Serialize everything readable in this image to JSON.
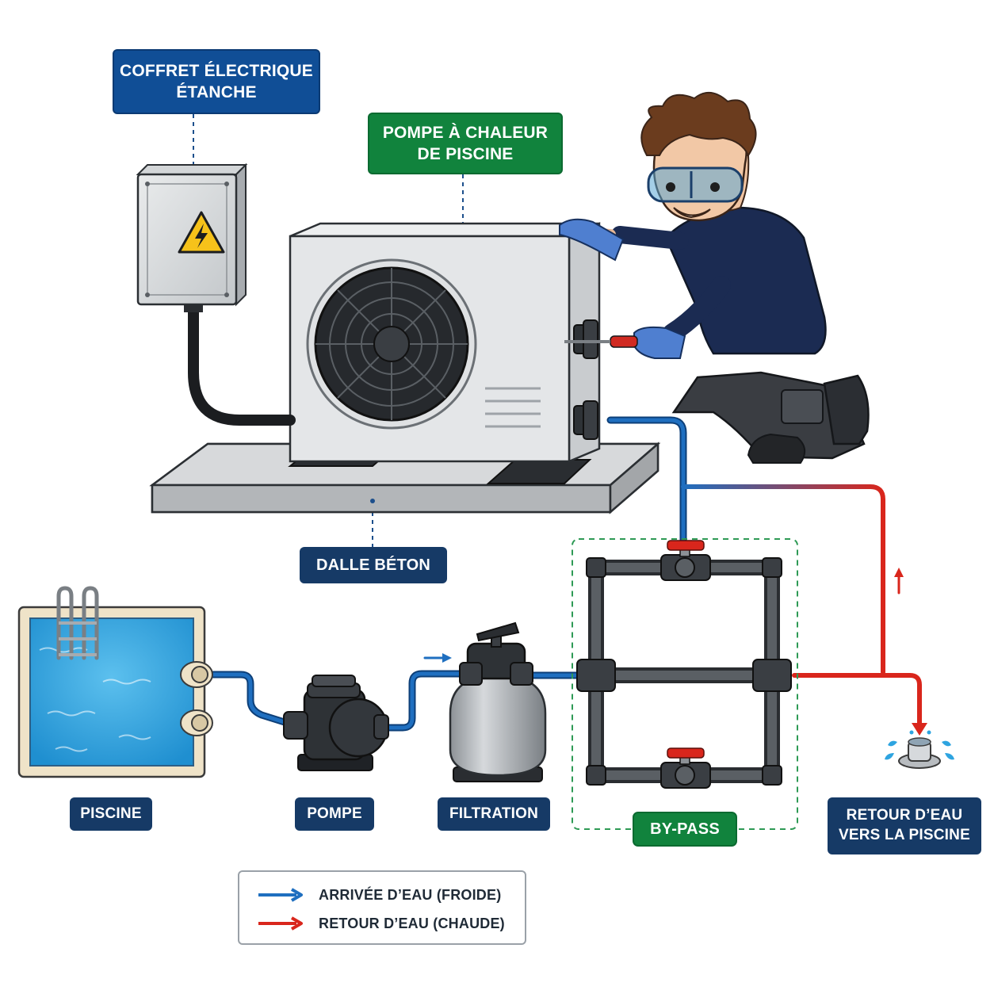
{
  "labels": {
    "electrical_box": [
      "COFFRET ÉLECTRIQUE",
      "ÉTANCHE"
    ],
    "heat_pump": [
      "POMPE À CHALEUR",
      "DE PISCINE"
    ],
    "slab": "DALLE BÉTON",
    "pool": "PISCINE",
    "pump": "POMPE",
    "filtration": "FILTRATION",
    "bypass": "BY-PASS",
    "return": [
      "RETOUR D’EAU",
      "VERS LA PISCINE"
    ]
  },
  "legend": {
    "cold": "ARRIVÉE D’EAU (FROIDE)",
    "hot": "RETOUR D’EAU (CHAUDE)"
  },
  "colors": {
    "cold_water": "#1f6fc0",
    "hot_water": "#d9261c",
    "label_blue": "#104e96",
    "label_green": "#11833d",
    "label_navy": "#163a66"
  },
  "icons": [
    "electric-hazard-icon",
    "fan-icon",
    "valve-handle-icon",
    "water-return-nozzle-icon",
    "arrow-icon"
  ]
}
